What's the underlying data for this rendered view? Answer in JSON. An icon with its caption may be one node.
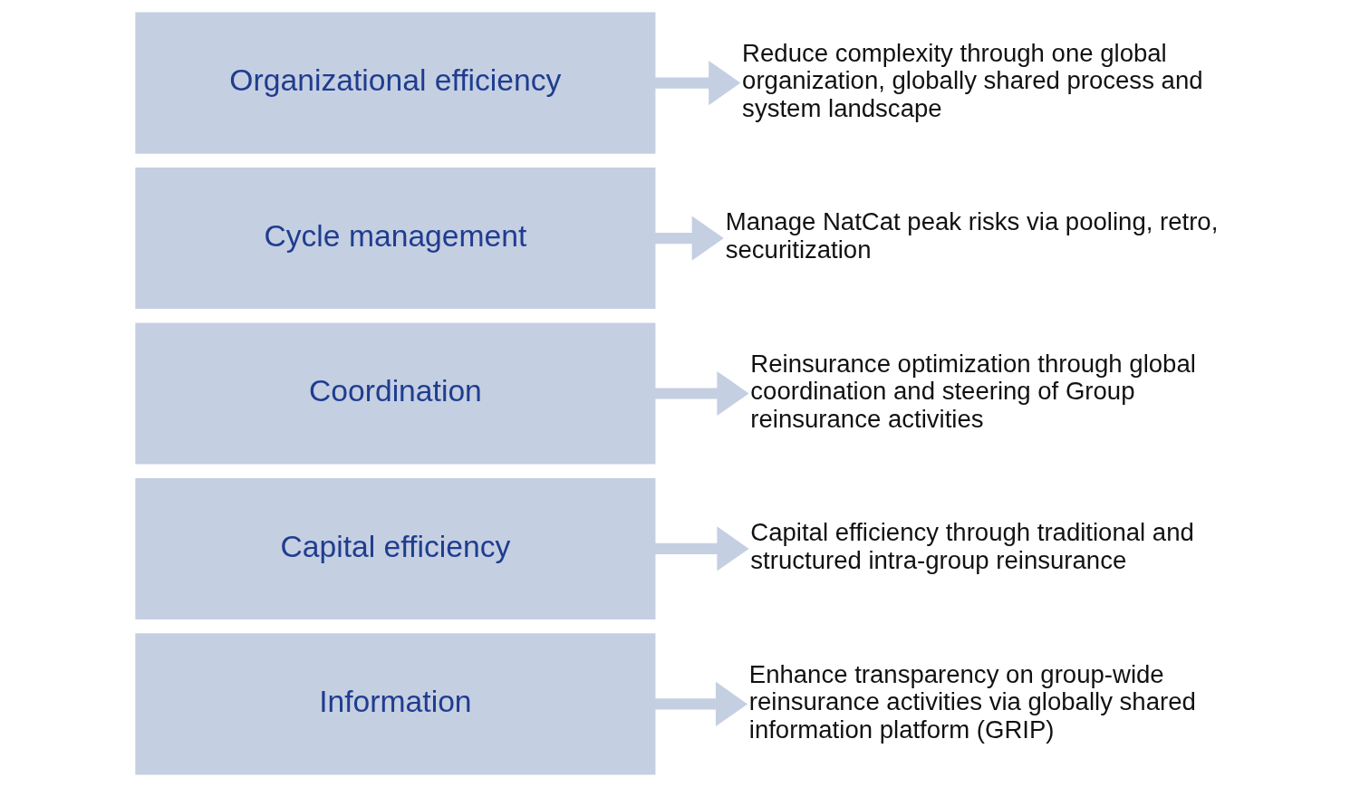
{
  "diagram": {
    "nodes": [
      {
        "text": [
          "Information"
        ]
      },
      {
        "text": [
          "Enhance transparency on group-wide reinsurance activities via globally shared information platform (GRIP)"
        ]
      },
      {
        "text": [
          "Capital efficiency"
        ]
      },
      {
        "text": [
          "Capital efficiency through traditional and structured intra-group reinsurance"
        ]
      },
      {
        "text": [
          "Coordination"
        ]
      },
      {
        "text": [
          "Reinsurance optimization through global coordination and steering of Group reinsurance activities"
        ]
      },
      {
        "text": [
          "Cycle management"
        ]
      },
      {
        "text": [
          "Manage NatCat peak risks via pooling, retro, securitization"
        ]
      },
      {
        "text": [
          "Organizational efficiency"
        ]
      },
      {
        "text": [
          "Reduce complexity through one global organization, globally shared process and system landscape"
        ]
      }
    ],
    "edges": [
      {
        "from": 0,
        "to": 1,
        "arrow": "to"
      },
      {
        "from": 2,
        "to": 3,
        "arrow": "to"
      },
      {
        "from": 4,
        "to": 5,
        "arrow": "to"
      },
      {
        "from": 6,
        "to": 7,
        "arrow": "to"
      },
      {
        "from": 8,
        "to": 9,
        "arrow": "to"
      }
    ]
  }
}
